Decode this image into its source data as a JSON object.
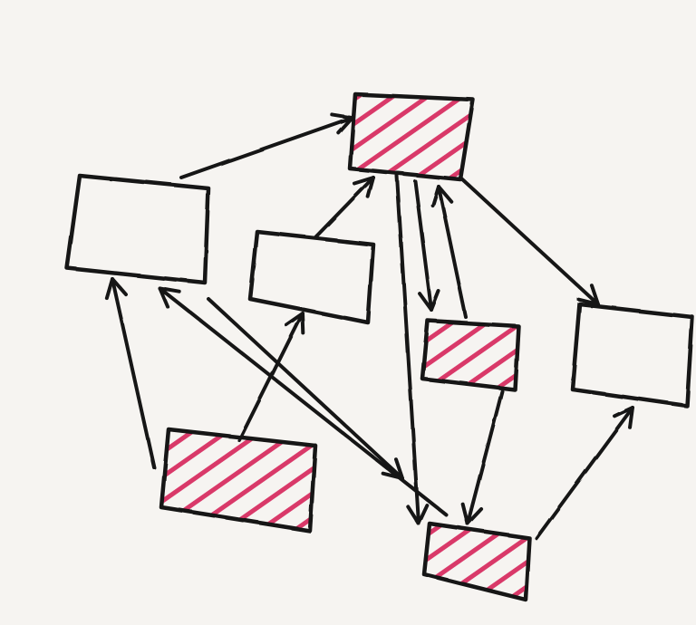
{
  "diagram": {
    "colors": {
      "paper": "#f6f4f1",
      "ink": "#141414",
      "hatch": "#d6245a"
    },
    "nodes": [
      {
        "id": "top-center",
        "hatched": true
      },
      {
        "id": "left",
        "hatched": false
      },
      {
        "id": "center-small",
        "hatched": false
      },
      {
        "id": "right",
        "hatched": false
      },
      {
        "id": "middle-right",
        "hatched": true
      },
      {
        "id": "bottom-left",
        "hatched": true
      },
      {
        "id": "bottom-right",
        "hatched": true
      }
    ],
    "edges": [
      {
        "from": "left",
        "to": "top-center"
      },
      {
        "from": "center-small",
        "to": "top-center"
      },
      {
        "from": "top-center",
        "to": "middle-right"
      },
      {
        "from": "middle-right",
        "to": "top-center"
      },
      {
        "from": "top-center",
        "to": "right"
      },
      {
        "from": "top-center",
        "to": "bottom-right"
      },
      {
        "from": "bottom-left",
        "to": "left"
      },
      {
        "from": "bottom-left",
        "to": "center-small"
      },
      {
        "from": "bottom-right",
        "to": "left"
      },
      {
        "from": "left",
        "to": "bottom-right"
      },
      {
        "from": "middle-right",
        "to": "bottom-right"
      },
      {
        "from": "bottom-right",
        "to": "right"
      }
    ]
  }
}
